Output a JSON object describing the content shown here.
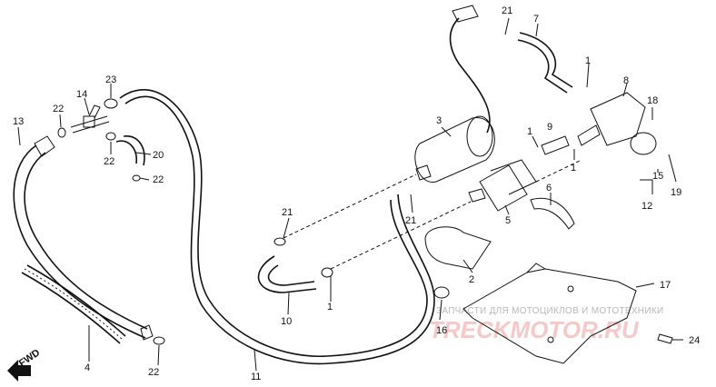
{
  "diagram": {
    "callouts": [
      "1",
      "1",
      "1",
      "1",
      "2",
      "3",
      "4",
      "5",
      "6",
      "7",
      "8",
      "9",
      "10",
      "11",
      "12",
      "13",
      "14",
      "15",
      "16",
      "17",
      "18",
      "19",
      "20",
      "21",
      "21",
      "21",
      "22",
      "22",
      "22",
      "22",
      "23",
      "24"
    ],
    "direction_label": "FWD"
  },
  "watermark": {
    "caption": "ЗАПЧАСТИ ДЛЯ МОТОЦИКЛОВ И МОТОТЕХНИКИ",
    "logo": "TRECKMOTOR.RU"
  },
  "colors": {
    "line": "#111111",
    "watermark_logo": "#f6c9c9",
    "watermark_text": "#b8b8b8"
  }
}
